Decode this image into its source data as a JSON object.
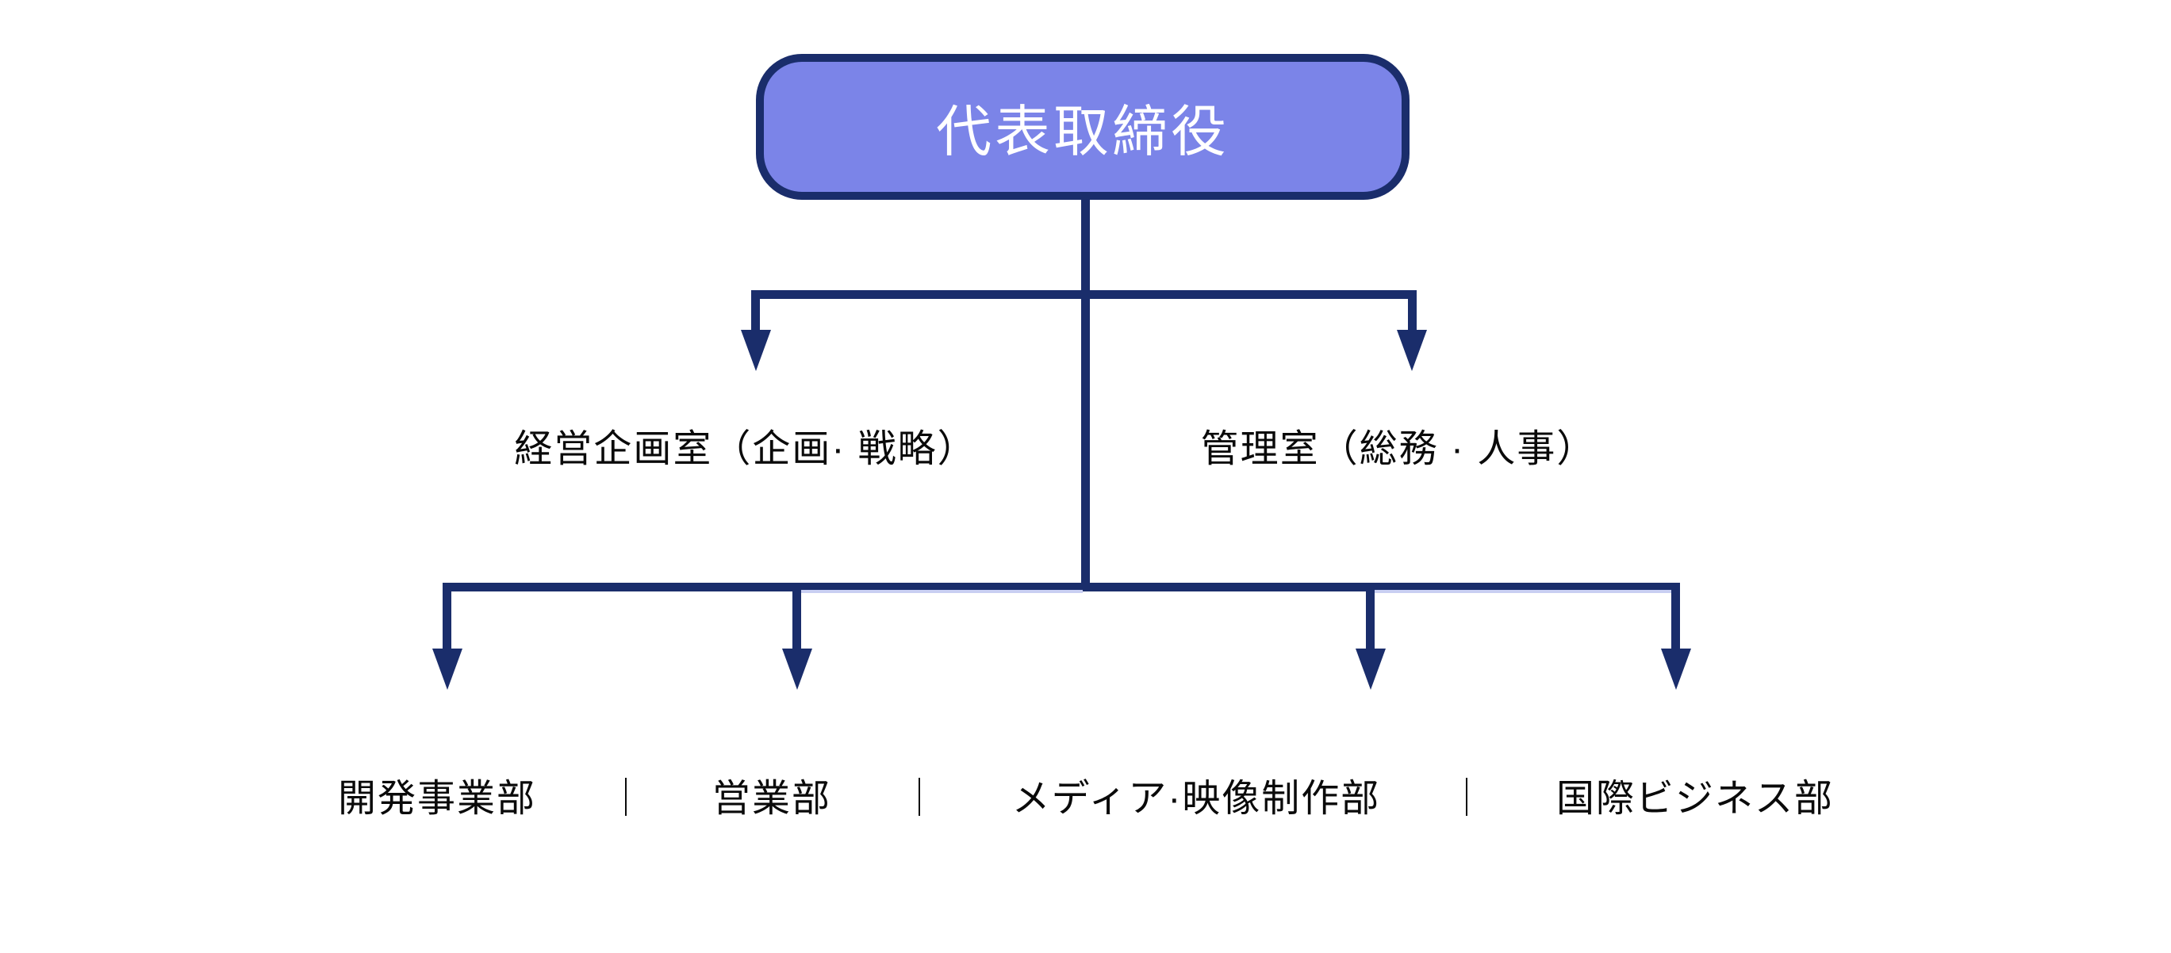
{
  "org": {
    "root_label": "代表取締役",
    "level2": [
      {
        "label": "経営企画室（企画· 戦略）"
      },
      {
        "label": "管理室（総務 · 人事）"
      }
    ],
    "level3": [
      {
        "label": "開発事業部"
      },
      {
        "label": "営業部"
      },
      {
        "label": "メディア·映像制作部"
      },
      {
        "label": "国際ビジネス部"
      }
    ],
    "separator": "｜",
    "colors": {
      "background": "#ffffff",
      "line_navy": "#1a2d6b",
      "node_fill": "#7b84e8",
      "node_border": "#1a2d6b",
      "node_text": "#ffffff",
      "label_text": "#0a0a0a",
      "overlap_artifact": "#c9cff2"
    }
  }
}
